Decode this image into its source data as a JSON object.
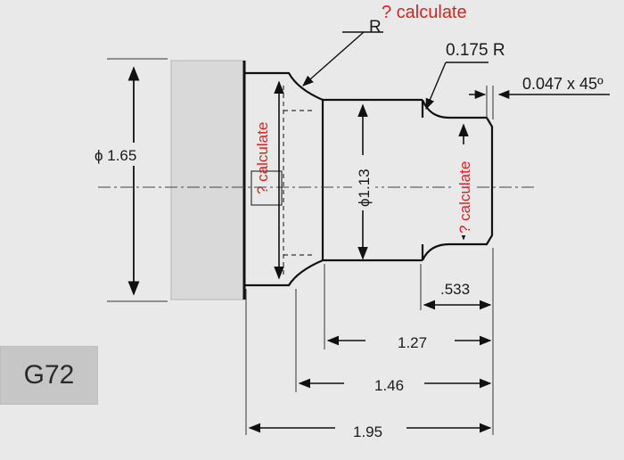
{
  "callouts": {
    "radius_letter": "R",
    "radius_calc": "? calculate",
    "fillet_radius": "0.175 R",
    "chamfer": "0.047 x 45º"
  },
  "dimensions": {
    "outer_dia": "ϕ 1.65",
    "neck_dia": "ϕ1.13",
    "flange_calc": "? calculate",
    "end_calc": "? calculate",
    "len_533": ".533",
    "len_127": "1.27",
    "len_146": "1.46",
    "len_195": "1.95"
  },
  "program_tag": "G72"
}
